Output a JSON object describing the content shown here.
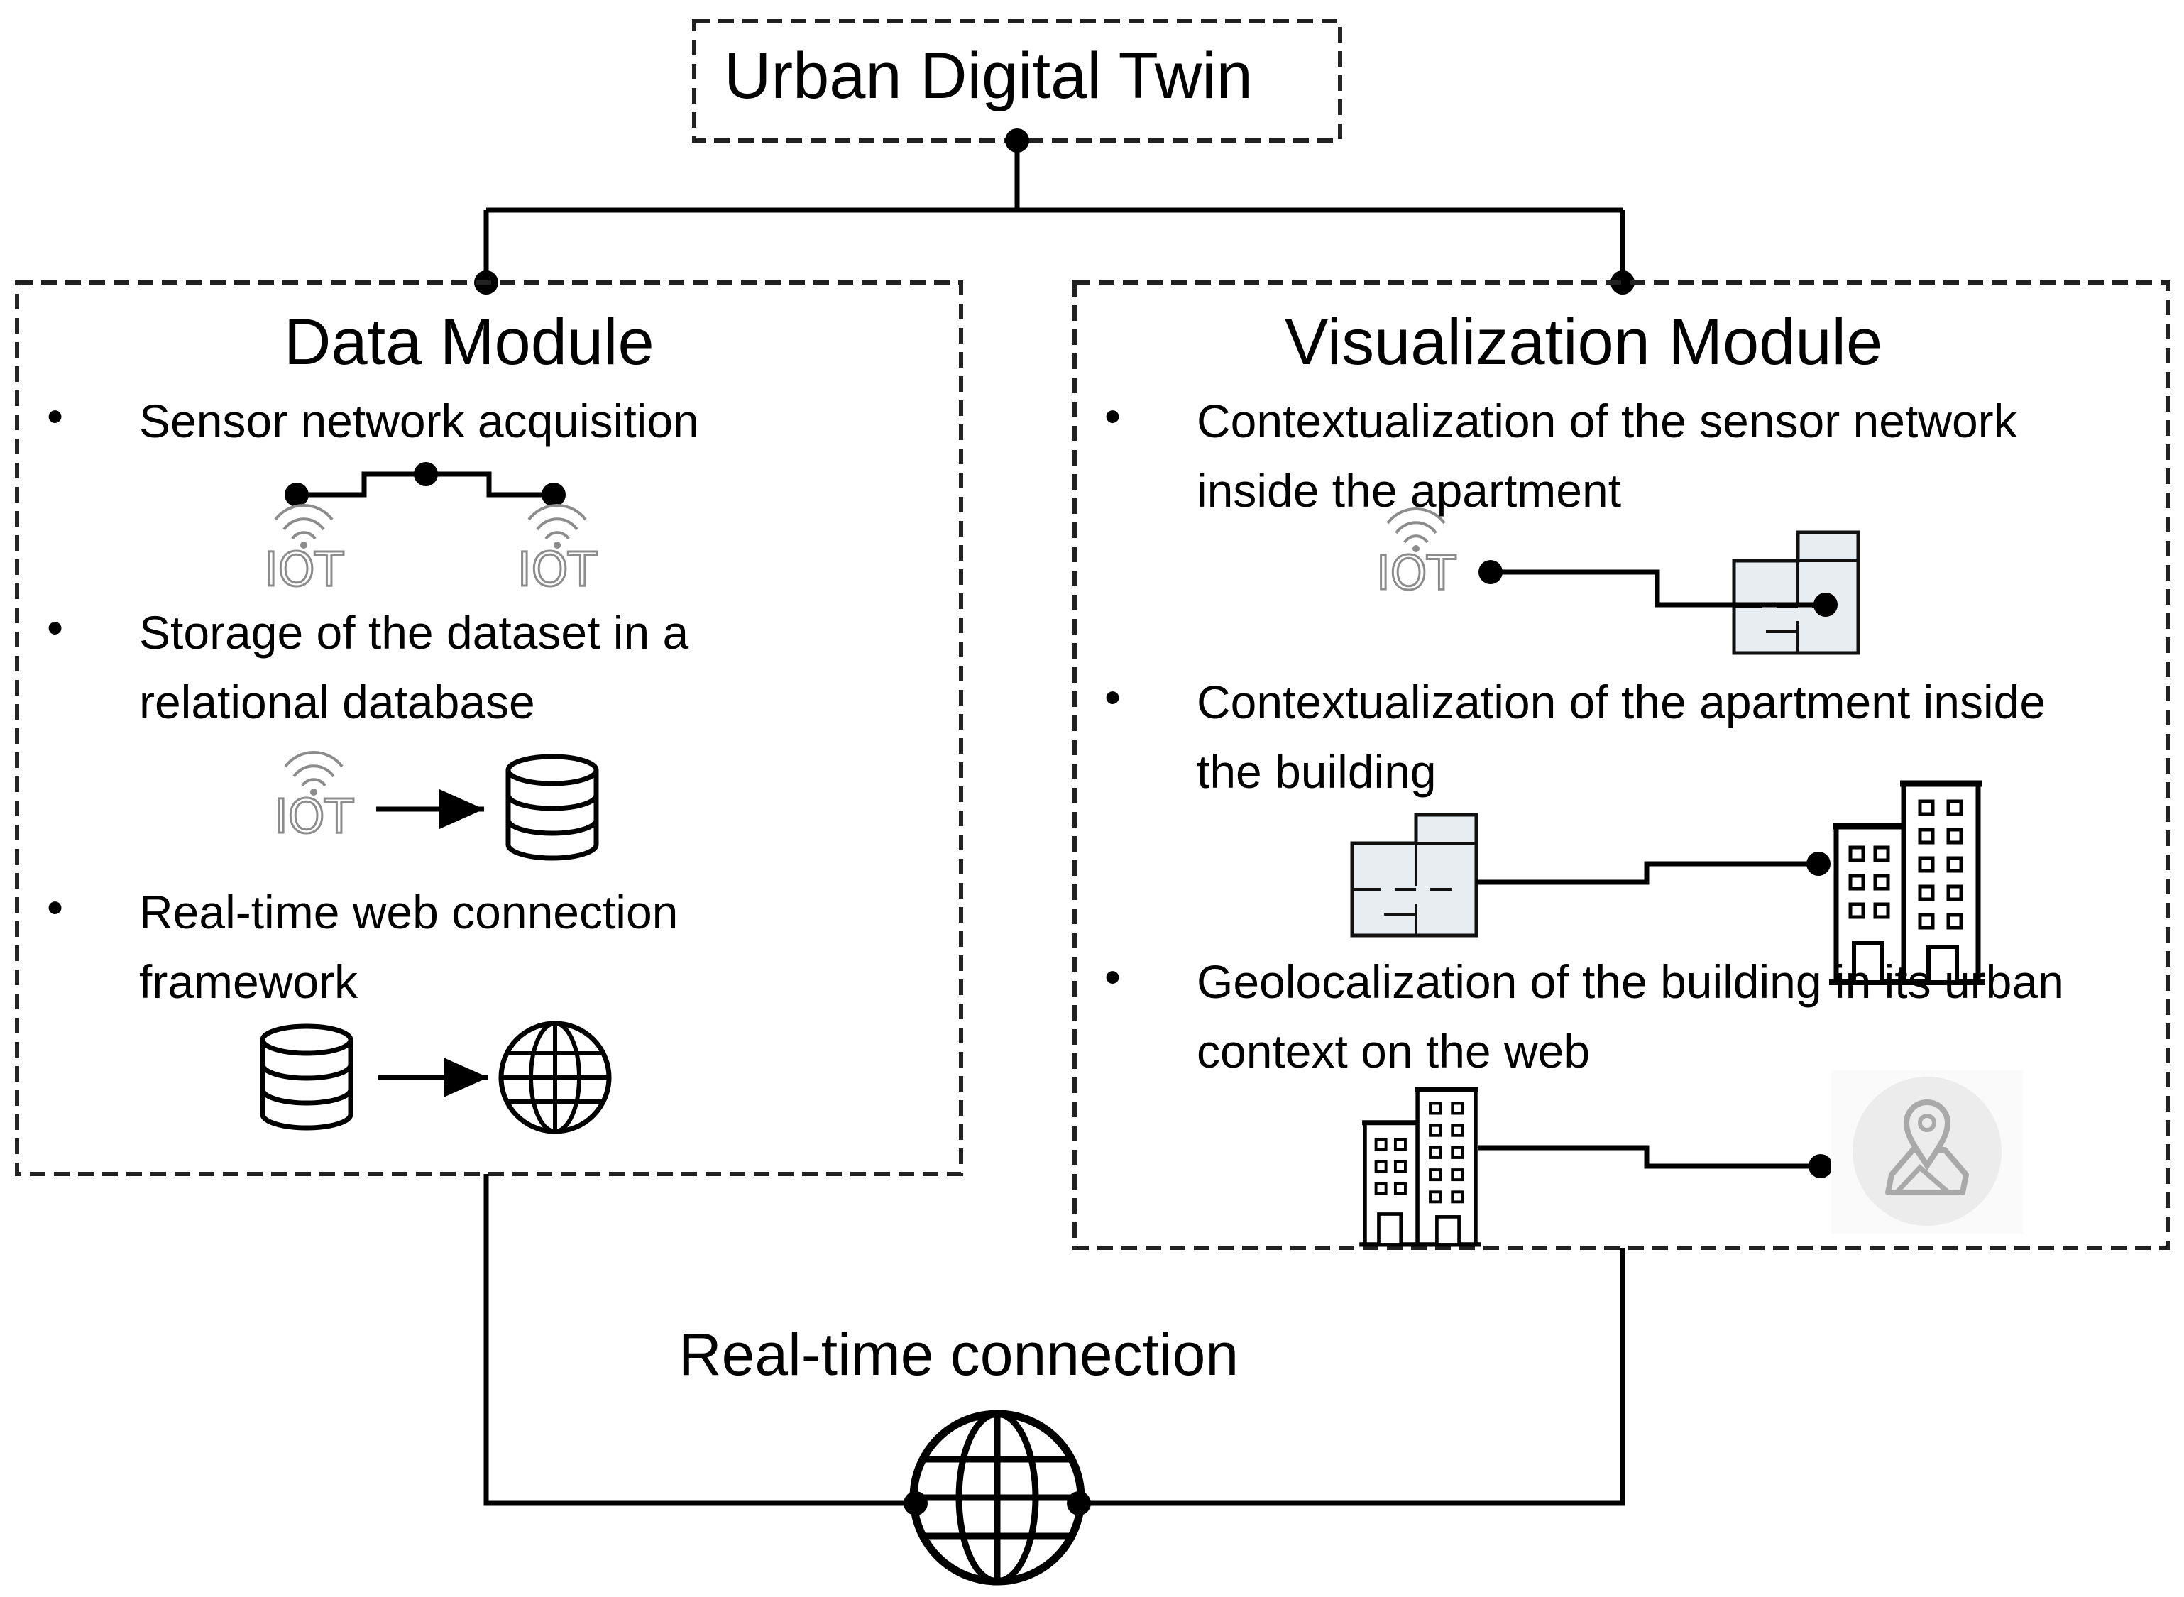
{
  "title": "Urban Digital Twin",
  "data_module": {
    "heading": "Data Module",
    "items": [
      "Sensor network acquisition",
      "Storage of the dataset in a relational database",
      "Real-time web connection framework"
    ]
  },
  "visualization_module": {
    "heading": "Visualization Module",
    "items": [
      "Contextualization of the sensor network inside the apartment",
      "Contextualization of the apartment inside the building",
      "Geolocalization of the building in its urban context on the web"
    ]
  },
  "connection_label": "Real-time connection",
  "icons": [
    "iot-icon",
    "database-icon",
    "globe-icon",
    "floorplan-icon",
    "building-icon",
    "map-pin-icon"
  ],
  "colors": {
    "line": "#000000",
    "iot": "#8c8c8c",
    "floorplan_fill": "#e8edf2",
    "map_badge": "#ececec",
    "map_pin": "#a9a9a9"
  }
}
